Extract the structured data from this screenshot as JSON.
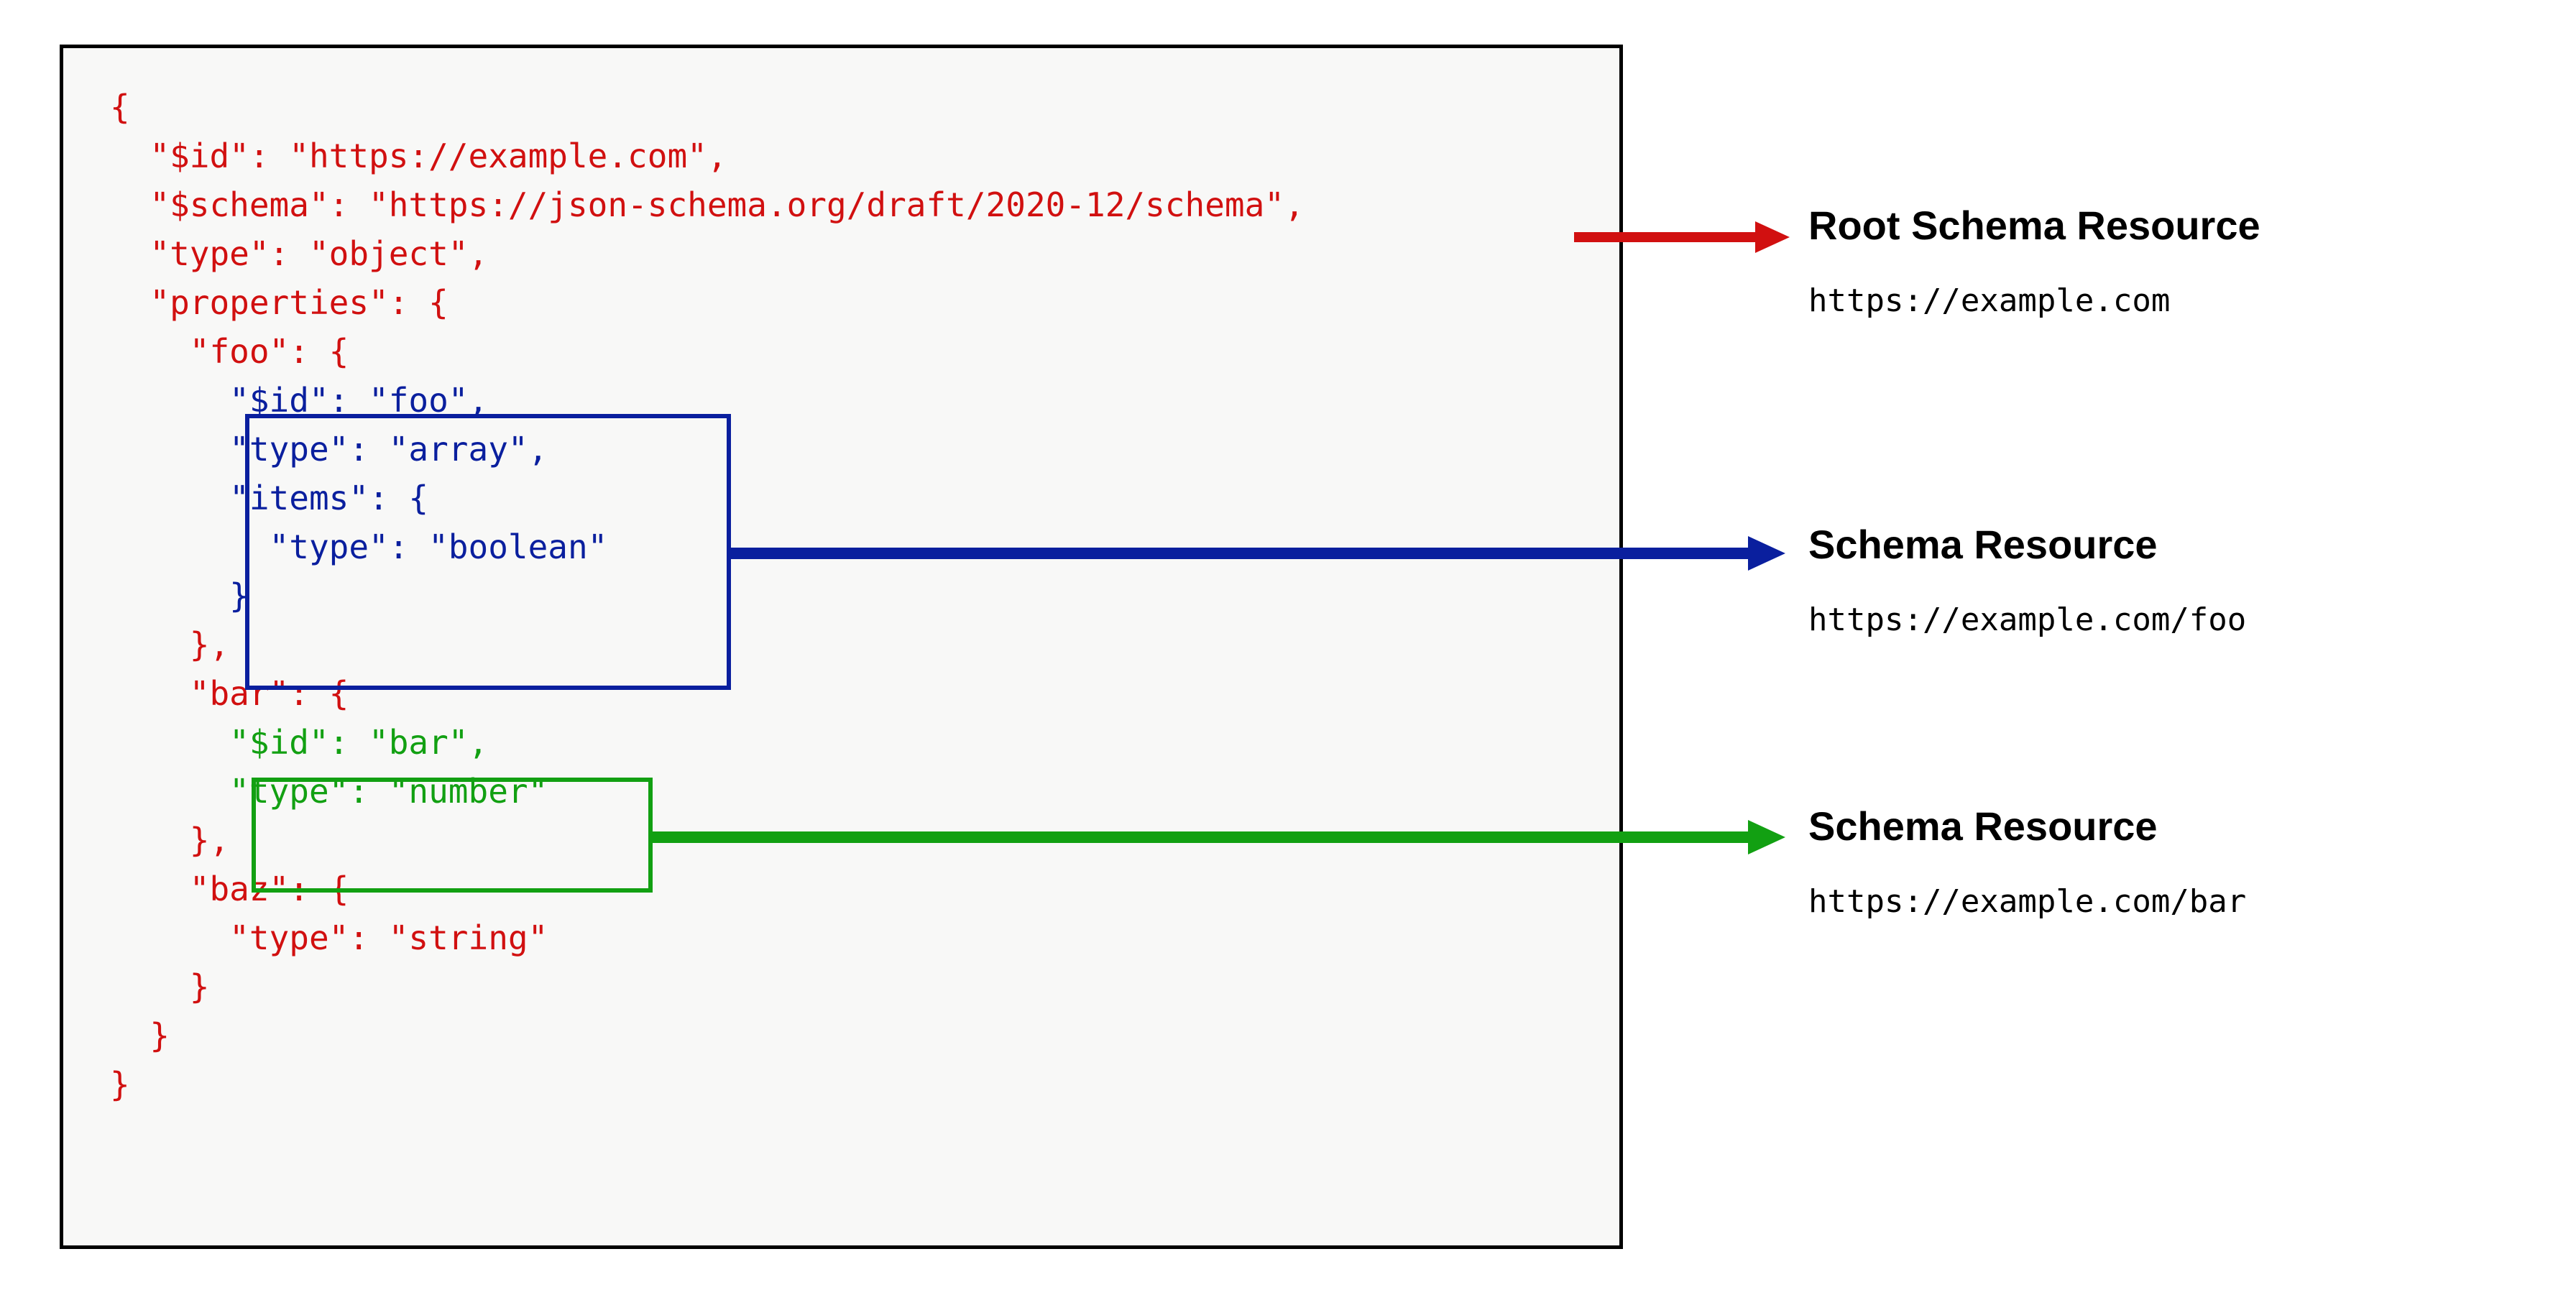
{
  "panel": {
    "border_color": "#000000",
    "background_color": "#f8f8f7"
  },
  "colors": {
    "root_schema": "#d11010",
    "foo_schema": "#0a1f9e",
    "bar_schema": "#12a012"
  },
  "code": {
    "language": "json",
    "lines": [
      {
        "text": "{",
        "color": "#d11010"
      },
      {
        "text": "  \"$id\": \"https://example.com\",",
        "color": "#d11010"
      },
      {
        "text": "  \"$schema\": \"https://json-schema.org/draft/2020-12/schema\",",
        "color": "#d11010"
      },
      {
        "text": "  \"type\": \"object\",",
        "color": "#d11010"
      },
      {
        "text": "  \"properties\": {",
        "color": "#d11010"
      },
      {
        "text": "    \"foo\": {",
        "color": "#d11010"
      },
      {
        "text": "      \"$id\": \"foo\",",
        "color": "#0a1f9e"
      },
      {
        "text": "      \"type\": \"array\",",
        "color": "#0a1f9e"
      },
      {
        "text": "      \"items\": {",
        "color": "#0a1f9e"
      },
      {
        "text": "        \"type\": \"boolean\"",
        "color": "#0a1f9e"
      },
      {
        "text": "      }",
        "color": "#0a1f9e"
      },
      {
        "text": "    },",
        "color": "#d11010"
      },
      {
        "text": "    \"bar\": {",
        "color": "#d11010"
      },
      {
        "text": "      \"$id\": \"bar\",",
        "color": "#12a012"
      },
      {
        "text": "      \"type\": \"number\"",
        "color": "#12a012"
      },
      {
        "text": "    },",
        "color": "#d11010"
      },
      {
        "text": "    \"baz\": {",
        "color": "#d11010"
      },
      {
        "text": "      \"type\": \"string\"",
        "color": "#d11010"
      },
      {
        "text": "    }",
        "color": "#d11010"
      },
      {
        "text": "  }",
        "color": "#d11010"
      },
      {
        "text": "}",
        "color": "#d11010"
      }
    ]
  },
  "annotations": [
    {
      "id": "root",
      "title": "Root Schema Resource",
      "uri": "https://example.com",
      "color": "#d11010"
    },
    {
      "id": "foo",
      "title": "Schema Resource",
      "uri": "https://example.com/foo",
      "color": "#0a1f9e"
    },
    {
      "id": "bar",
      "title": "Schema Resource",
      "uri": "https://example.com/bar",
      "color": "#12a012"
    }
  ]
}
